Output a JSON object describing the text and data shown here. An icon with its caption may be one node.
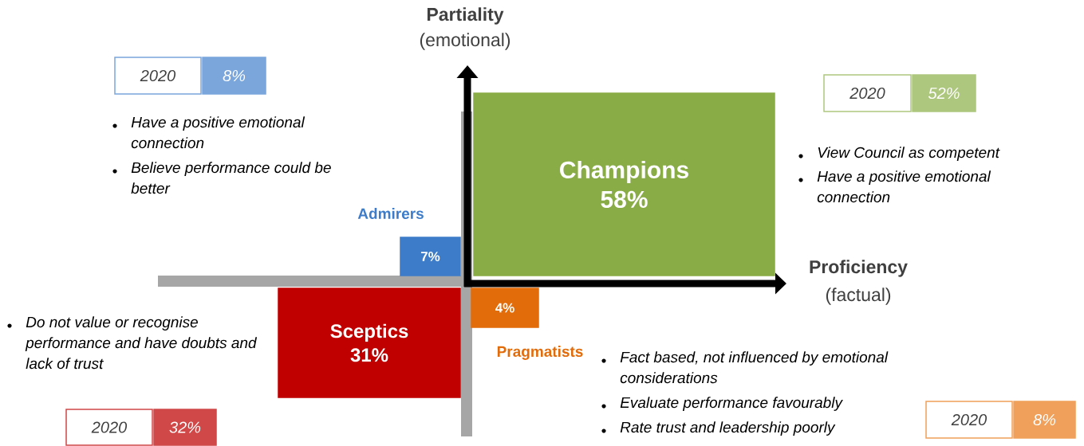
{
  "diagram": {
    "nodes": [
      {
        "text": [
          "2020"
        ]
      },
      {
        "text": [
          "8%"
        ]
      },
      {
        "text": [
          "2020"
        ]
      },
      {
        "text": [
          "52%"
        ]
      },
      {
        "text": [
          "Champions",
          "58%"
        ]
      },
      {
        "text": [
          "7%"
        ],
        "beside": [
          "Admirers"
        ]
      },
      {
        "text": [
          "Sceptics",
          "31%"
        ]
      },
      {
        "text": [
          "4%"
        ],
        "beside": [
          "Pragmatists"
        ]
      },
      {
        "text": [
          "2020"
        ]
      },
      {
        "text": [
          "32%"
        ]
      },
      {
        "text": [
          "2020"
        ]
      },
      {
        "text": [
          "8%"
        ]
      }
    ],
    "labels": [
      "Partiality",
      "(emotional)",
      "Have a positive emotional connection",
      "Believe performance could be better",
      "View Council as competent",
      "Have a positive emotional connection",
      "Proficiency",
      "(factual)",
      "Do not value or recognise performance and have doubts and lack of trust",
      "Fact based, not influenced by emotional considerations",
      "Evaluate performance favourably",
      "Rate trust and leadership poorly"
    ]
  }
}
